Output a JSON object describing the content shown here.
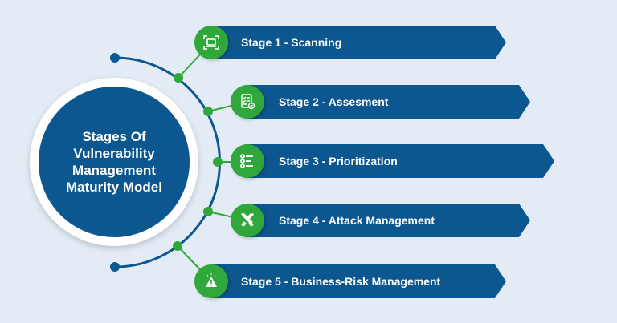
{
  "title": "Stages Of Vulnerability Management Maturity Model",
  "colors": {
    "background": "#e3ecf5",
    "primary": "#0d5791",
    "accent": "#2fa73a",
    "text": "#ffffff"
  },
  "stages": [
    {
      "label": "Stage 1 - Scanning",
      "icon": "scan-screen-icon"
    },
    {
      "label": "Stage 2 - Assesment",
      "icon": "checklist-icon"
    },
    {
      "label": "Stage 3 -  Prioritization",
      "icon": "list-icon"
    },
    {
      "label": "Stage 4 - Attack Management",
      "icon": "crossed-swords-icon"
    },
    {
      "label": "Stage 5 - Business-Risk Management",
      "icon": "warning-icon"
    }
  ]
}
